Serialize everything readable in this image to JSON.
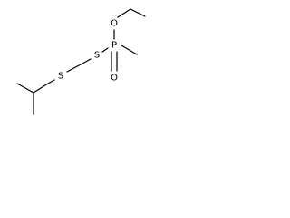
{
  "molecule": {
    "atoms": {
      "phosphorus": "P",
      "oxygen_ester": "O",
      "oxygen_double": "O",
      "sulfur_phosphoryl": "S",
      "sulfur_isopropyl": "S"
    }
  },
  "colors": {
    "bond": "#000000",
    "label": "#000000",
    "background": "#ffffff"
  }
}
